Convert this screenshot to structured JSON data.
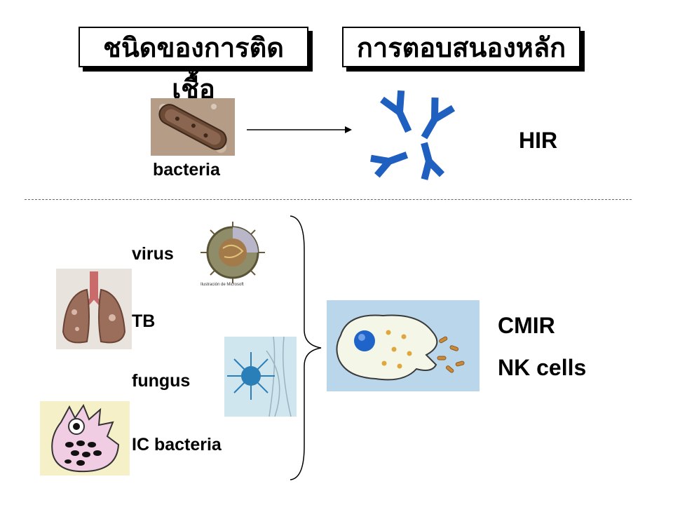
{
  "header": {
    "left_title": "ชนิดของการติดเชื้อ",
    "right_title": "การตอบสนองหลัก"
  },
  "top": {
    "pathogen_label": "bacteria",
    "response_label": "HIR"
  },
  "bottom": {
    "pathogens": [
      "virus",
      "TB",
      "fungus",
      "IC bacteria"
    ],
    "response_labels": [
      "CMIR",
      "NK cells"
    ],
    "virus_image_caption": "Ilustración de Microsoft"
  },
  "colors": {
    "antibody": "#1f5fbf",
    "arrow": "#000000",
    "divider": "#666666",
    "macrophage_bg": "#b9d6ea",
    "lung_bg": "#e8e3dc",
    "fungus_bg": "#cfe6ef",
    "ic_bg": "#f5f0c8"
  },
  "icons": [
    "bacterium-image",
    "antibody-icon",
    "virus-image",
    "lung-image",
    "fungus-image",
    "infected-cell-image",
    "macrophage-image",
    "brace-icon"
  ]
}
